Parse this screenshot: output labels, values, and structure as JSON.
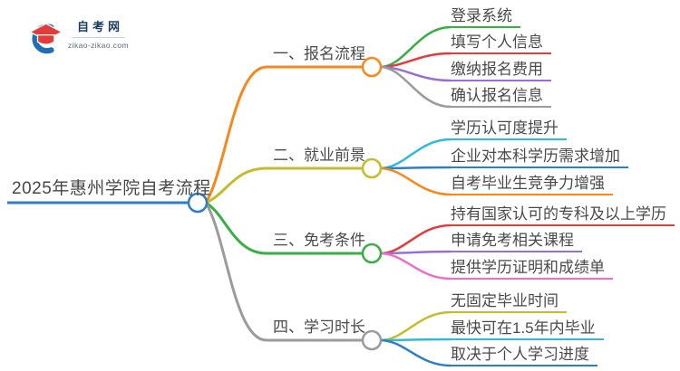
{
  "logo": {
    "title": "自考网",
    "domain": "zikao-zikao.com",
    "icon_blue": "#1d6fb8",
    "icon_red": "#e23b3b"
  },
  "root": {
    "label": "2025年惠州学院自考流程",
    "color": "#2e7ec6"
  },
  "branches": [
    {
      "label": "一、报名流程",
      "color": "#f6891e",
      "children": [
        {
          "label": "登录系统",
          "color": "#3aae46"
        },
        {
          "label": "填写个人信息",
          "color": "#e33b3b"
        },
        {
          "label": "缴纳报名费用",
          "color": "#9770d2"
        },
        {
          "label": "确认报名信息",
          "color": "#9b9b9b"
        }
      ]
    },
    {
      "label": "二、就业前景",
      "color": "#c2bc2e",
      "children": [
        {
          "label": "学历认可度提升",
          "color": "#2fb9dc"
        },
        {
          "label": "企业对本科学历需求增加",
          "color": "#2e7ec6"
        },
        {
          "label": "自考毕业生竞争力增强",
          "color": "#f6891e"
        }
      ]
    },
    {
      "label": "三、免考条件",
      "color": "#3aae46",
      "children": [
        {
          "label": "持有国家认可的专科及以上学历",
          "color": "#e33b3b"
        },
        {
          "label": "申请免考相关课程",
          "color": "#9770d2"
        },
        {
          "label": "提供学历证明和成绩单",
          "color": "#ef6ec6"
        }
      ]
    },
    {
      "label": "四、学习时长",
      "color": "#9b9b9b",
      "children": [
        {
          "label": "无固定毕业时间",
          "color": "#c2bc2e"
        },
        {
          "label": "最快可在1.5年内毕业",
          "color": "#2fb9dc"
        },
        {
          "label": "取决于个人学习进度",
          "color": "#2e7ec6"
        }
      ]
    }
  ]
}
